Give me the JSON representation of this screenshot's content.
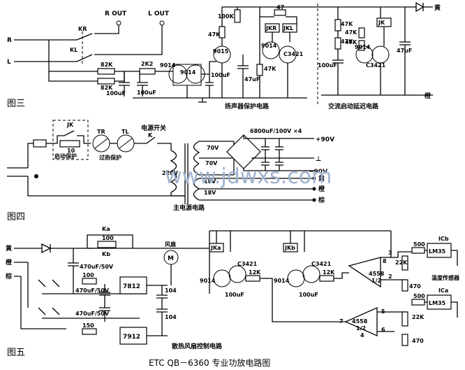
{
  "figure3": {
    "fig_label": "图三",
    "inputs": [
      "R",
      "L"
    ],
    "outputs": [
      "R OUT",
      "L OUT"
    ],
    "relay_contacts": [
      "KR",
      "KL"
    ],
    "resistors": [
      "82K",
      "82K",
      "2K2",
      "100K",
      "47K",
      "47K",
      "47K",
      "47K",
      "47K",
      "47K"
    ],
    "capacitors": [
      "100uF",
      "100uF",
      "100uF",
      "47uF",
      "100uF",
      "47uF"
    ],
    "transistors": [
      "9014",
      "9014",
      "9015",
      "9014",
      "C3421",
      "9014",
      "C3421"
    ],
    "relays": [
      "JKR",
      "JKL",
      "JK"
    ],
    "resistor_top": "47",
    "section_speaker": "扬声器保护电路",
    "section_ac": "交流启动延迟电路",
    "wire_yellow": "黄",
    "wire_orange": "橙"
  },
  "figure4": {
    "fig_label": "图四",
    "relay": "JK",
    "resistor": "10",
    "start_protect": "启动保护",
    "thermal": [
      "TR",
      "TL"
    ],
    "over_heat": "过热保护",
    "power_switch": "电源开关",
    "switch_k": "K",
    "primary": "220V",
    "windings": [
      "70V",
      "70V",
      "18V",
      "18V"
    ],
    "caps": "6800uF/100V ×4",
    "plus90": "+90V",
    "gnd": "⊥",
    "minus90": "−90V",
    "wire_yellow": "黄",
    "wire_orange": "橙",
    "wire_brown": "棕",
    "title": "主电源电路"
  },
  "figure5": {
    "fig_label": "图五",
    "wires": [
      "黄",
      "橙",
      "棕"
    ],
    "ka": "Ka",
    "kb": "Kb",
    "r100": "100",
    "cap_a": "470uF/50V",
    "cap_b": "470uF/50V",
    "cap_c": "470uF/50V",
    "r_small": [
      "100",
      "150"
    ],
    "reg_pos": "7812",
    "reg_neg": "7912",
    "c104": [
      "104",
      "104"
    ],
    "fan": "风扇",
    "fan_m": "M",
    "relays": [
      "JKa",
      "JKb"
    ],
    "transistors": [
      "9014",
      "C3421",
      "9014",
      "C3421"
    ],
    "r12k": [
      "12K",
      "12K"
    ],
    "caps_100uf": [
      "100uF",
      "100uF"
    ],
    "opamp": "4558",
    "opamp_half": "1/2",
    "pins_a": [
      "8",
      "3",
      "2"
    ],
    "pins_b": [
      "7",
      "5",
      "6",
      "4"
    ],
    "r_bias": [
      "500",
      "22K",
      "470",
      "500",
      "22K",
      "470"
    ],
    "sensor_ic": [
      "ICb",
      "ICa"
    ],
    "lm35": "LM35",
    "sensor_label": "温度传感器",
    "title": "散热风扇控制电路"
  },
  "watermark": "www.jdwxs.com",
  "caption": "ETC QB－6360 专业功放电路图"
}
